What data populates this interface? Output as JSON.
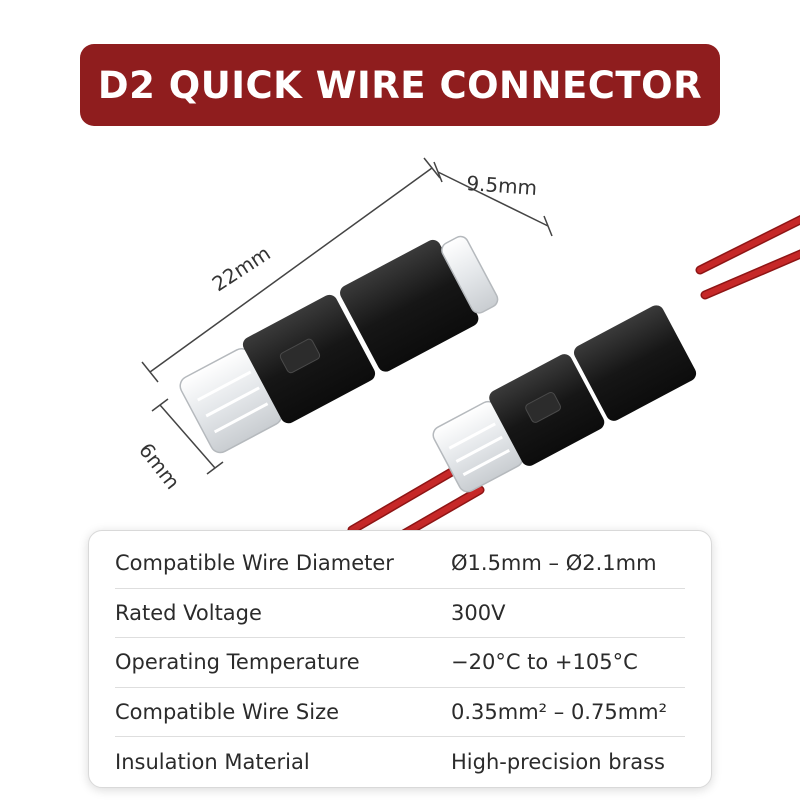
{
  "title": "D2 QUICK WIRE CONNECTOR",
  "dimensions": {
    "width_label": "9.5mm",
    "length_label": "22mm",
    "height_label": "6mm"
  },
  "colors": {
    "banner": "#8f1d1e",
    "connector_body": "#1a1a1a",
    "clear_housing": "#e9ecef",
    "wire": "#c62828"
  },
  "specs": [
    {
      "label": "Compatible Wire Diameter",
      "value": "Ø1.5mm – Ø2.1mm"
    },
    {
      "label": "Rated Voltage",
      "value": "300V"
    },
    {
      "label": "Operating Temperature",
      "value": "−20°C to +105°C"
    },
    {
      "label": "Compatible Wire Size",
      "value": "0.35mm² – 0.75mm²"
    },
    {
      "label": "Insulation Material",
      "value": "High-precision brass"
    }
  ]
}
